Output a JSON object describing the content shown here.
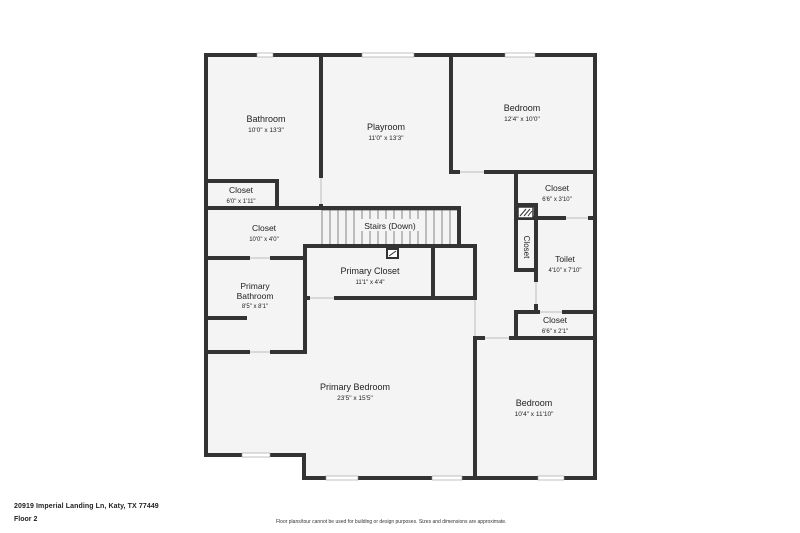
{
  "colors": {
    "wall": "#333333",
    "floor": "#f4f4f4",
    "background": "#ffffff",
    "window": "#ffffff",
    "text": "#222222"
  },
  "rooms": {
    "bathroom": {
      "name": "Bathroom",
      "dims": "10'0\" x 13'3\""
    },
    "playroom": {
      "name": "Playroom",
      "dims": "11'0\" x 13'3\""
    },
    "bedroom_top": {
      "name": "Bedroom",
      "dims": "12'4\" x 10'0\""
    },
    "closet_small": {
      "name": "Closet",
      "dims": "6'0\" x 1'11\""
    },
    "closet_right_top": {
      "name": "Closet",
      "dims": "6'6\" x 3'10\""
    },
    "closet_left_mid": {
      "name": "Closet",
      "dims": "10'0\" x 4'0\""
    },
    "stairs": {
      "name": "Stairs (Down)"
    },
    "closet_vertical": {
      "name": "Closet"
    },
    "toilet": {
      "name": "Toilet",
      "dims": "4'10\" x 7'10\""
    },
    "primary_closet": {
      "name": "Primary Closet",
      "dims": "11'1\" x 4'4\""
    },
    "primary_bathroom": {
      "name": "Primary Bathroom",
      "dims": "8'5\" x 8'1\""
    },
    "closet_right_bottom": {
      "name": "Closet",
      "dims": "6'6\" x 2'1\""
    },
    "primary_bedroom": {
      "name": "Primary Bedroom",
      "dims": "23'5\" x 15'5\""
    },
    "bedroom_bottom": {
      "name": "Bedroom",
      "dims": "10'4\" x 11'10\""
    }
  },
  "footer": {
    "address": "20919 Imperial Landing Ln, Katy, TX 77449",
    "floor": "Floor 2",
    "disclaimer": "Floor plans/tour cannot be used for building or design purposes. Sizes and dimensions are approximate."
  }
}
